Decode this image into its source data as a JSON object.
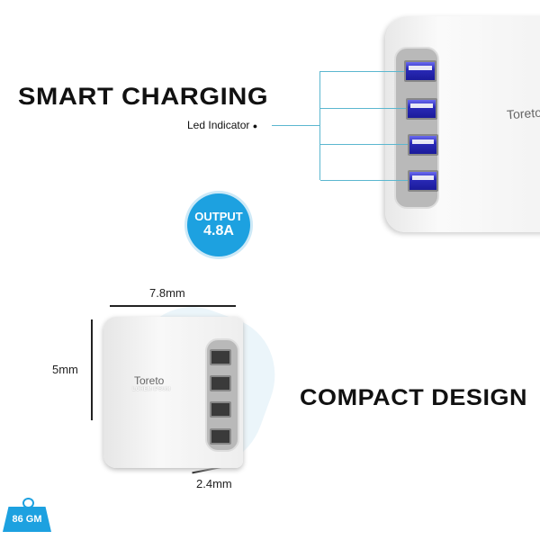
{
  "headline_top": "SMART CHARGING",
  "led_label": "Led Indicator",
  "brand": "Toreto",
  "brand_sub": "LOREM IPSUM",
  "output_badge": {
    "line1": "OUTPUT",
    "line2": "4.8A",
    "color": "#1da1e0"
  },
  "dimensions": {
    "width": "7.8mm",
    "height": "5mm",
    "depth": "2.4mm"
  },
  "headline_bottom": "COMPACT DESIGN",
  "weight_badge": {
    "text": "86 GM",
    "color": "#1da1e0"
  },
  "accent_line_color": "#5bb7cf"
}
